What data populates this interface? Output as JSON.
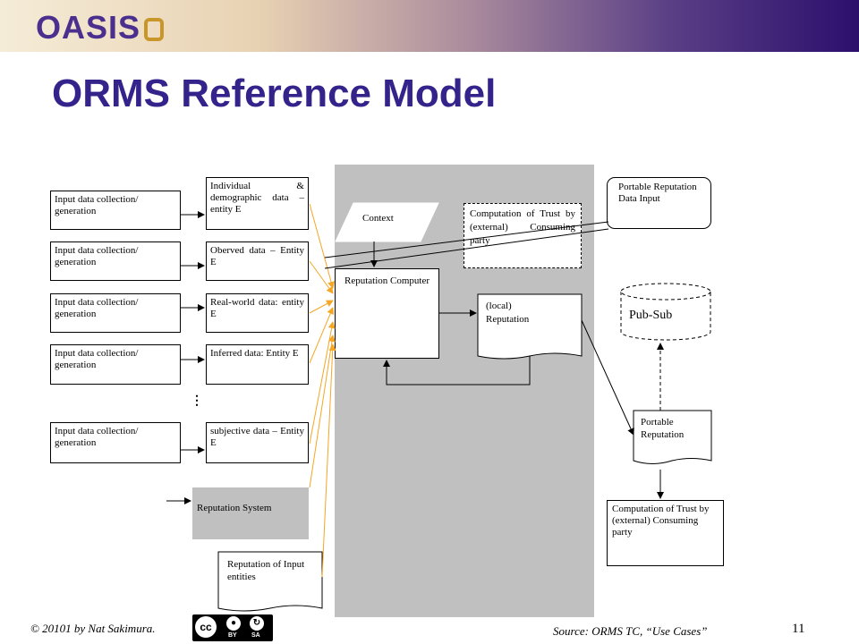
{
  "header": {
    "logo": "OASIS"
  },
  "title": "ORMS Reference Model",
  "inputs": [
    {
      "source": "Input data collection/ generation",
      "data": "Individual & demographic data – entity E"
    },
    {
      "source": "Input data collection/ generation",
      "data": "Oberved data – Entity E"
    },
    {
      "source": "Input data collection/ generation",
      "data": "Real-world data: entity E"
    },
    {
      "source": "Input data collection/ generation",
      "data": "Inferred data: Entity E"
    },
    {
      "source": "Input data collection/ generation",
      "data": "subjective data – Entity E"
    }
  ],
  "ellipsis": "⋮",
  "reputation_system": "Reputation System",
  "reputation_of_inputs": "Reputation of Input entities",
  "context": "Context",
  "reputation_computer": "Reputation Computer",
  "local_reputation": "(local) Reputation",
  "trust_computation_top": "Computation of Trust by (external) Consuming party",
  "portable_input": "Portable Reputation Data Input",
  "pubsub": "Pub-Sub",
  "portable_reputation": "Portable Reputation",
  "trust_computation_bottom": "Computation of Trust by (external) Consuming party",
  "footer": {
    "copyright": "© 20101 by Nat Sakimura.",
    "cc": {
      "logo": "cc",
      "by": "BY",
      "sa": "SA"
    },
    "source": "Source: ORMS TC, “Use Cases”",
    "page": "11"
  },
  "colors": {
    "header_dark": "#2b0f6c",
    "title": "#35238c",
    "panel": "#c0c0c0",
    "arrow_orange": "#f5a623"
  }
}
